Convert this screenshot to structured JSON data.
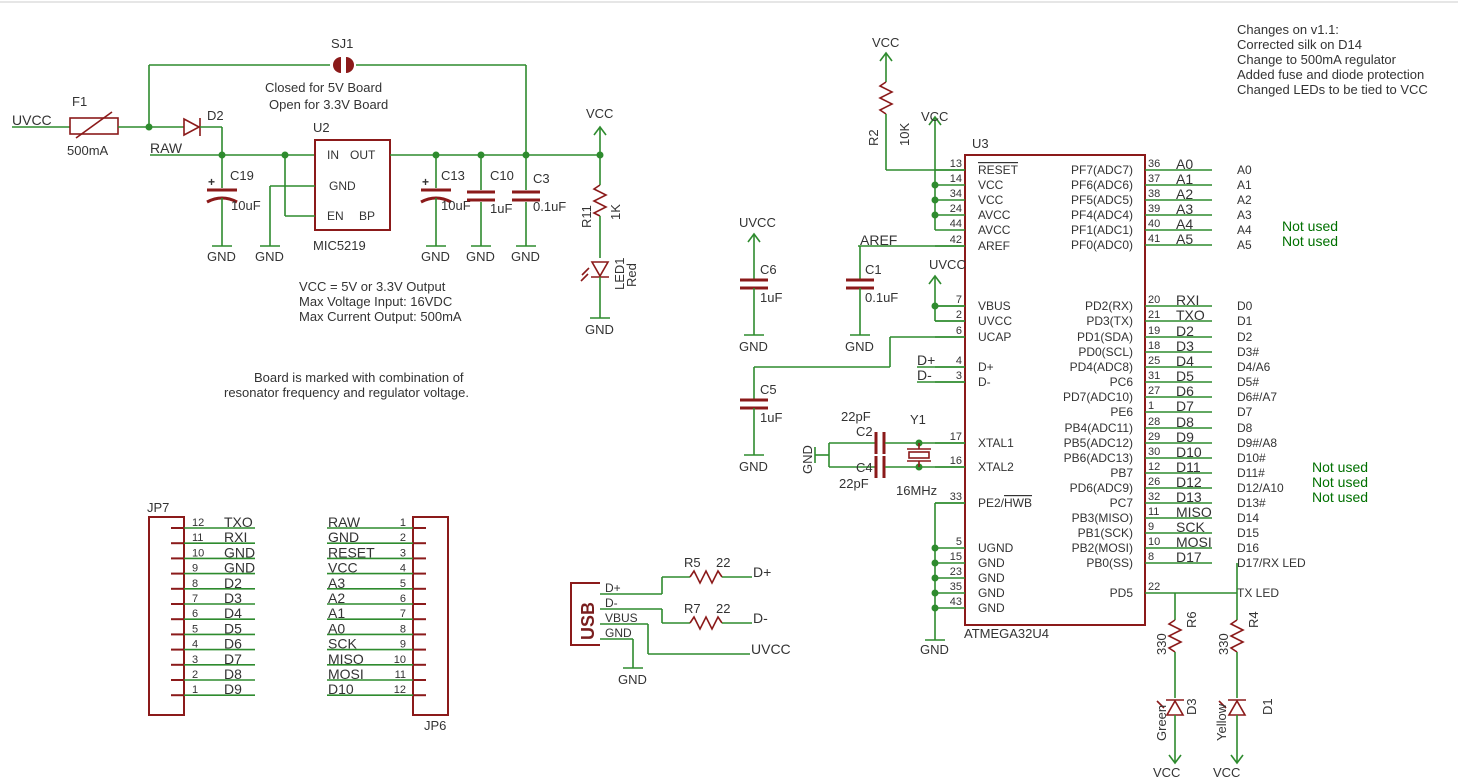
{
  "notes": {
    "changes": [
      "Changes on v1.1:",
      "Corrected silk on D14",
      "Change to 500mA regulator",
      "Added fuse and diode protection",
      "Changed LEDs to be tied to VCC"
    ],
    "sj1": [
      "Closed for 5V Board",
      "Open for 3.3V Board"
    ],
    "vcc": [
      "VCC = 5V or 3.3V Output",
      "Max Voltage Input: 16VDC",
      "Max Current Output: 500mA"
    ],
    "board": [
      "Board is marked with combination of",
      "resonator frequency and regulator voltage."
    ]
  },
  "power": {
    "uvcc": "UVCC",
    "f1": "F1",
    "f1_val": "500mA",
    "d2": "D2",
    "raw": "RAW",
    "sj1": "SJ1",
    "u2": "U2",
    "u2_in": "IN",
    "u2_out": "OUT",
    "u2_gnd": "GND",
    "u2_en": "EN",
    "u2_bp": "BP",
    "u2_name": "MIC5219",
    "c19": "C19",
    "c19_val": "10uF",
    "c13": "C13",
    "c13_val": "10uF",
    "c10": "C10",
    "c10_val": "1uF",
    "c3": "C3",
    "c3_val": "0.1uF",
    "vcc": "VCC",
    "gnd": "GND",
    "r11": "R11",
    "r11_val": "1K",
    "led1": "LED1",
    "led1_val": "Red"
  },
  "mcu": {
    "name": "U3",
    "part": "ATMEGA32U4",
    "left_pins": [
      {
        "num": "13",
        "name": "RESET"
      },
      {
        "num": "14",
        "name": "VCC"
      },
      {
        "num": "34",
        "name": "VCC"
      },
      {
        "num": "24",
        "name": "AVCC"
      },
      {
        "num": "44",
        "name": "AVCC"
      },
      {
        "num": "42",
        "name": "AREF"
      },
      {
        "num": "7",
        "name": "VBUS"
      },
      {
        "num": "2",
        "name": "UVCC"
      },
      {
        "num": "6",
        "name": "UCAP"
      },
      {
        "num": "4",
        "name": "D+"
      },
      {
        "num": "3",
        "name": "D-"
      },
      {
        "num": "17",
        "name": "XTAL1"
      },
      {
        "num": "16",
        "name": "XTAL2"
      },
      {
        "num": "33",
        "name": "PE2/HWB"
      },
      {
        "num": "5",
        "name": "UGND"
      },
      {
        "num": "15",
        "name": "GND"
      },
      {
        "num": "23",
        "name": "GND"
      },
      {
        "num": "35",
        "name": "GND"
      },
      {
        "num": "43",
        "name": "GND"
      }
    ],
    "right_pins": [
      {
        "num": "36",
        "name": "PF7(ADC7)",
        "net": "A0",
        "label": "A0"
      },
      {
        "num": "37",
        "name": "PF6(ADC6)",
        "net": "A1",
        "label": "A1"
      },
      {
        "num": "38",
        "name": "PF5(ADC5)",
        "net": "A2",
        "label": "A2"
      },
      {
        "num": "39",
        "name": "PF4(ADC4)",
        "net": "A3",
        "label": "A3"
      },
      {
        "num": "40",
        "name": "PF1(ADC1)",
        "net": "A4",
        "label": "A4"
      },
      {
        "num": "41",
        "name": "PF0(ADC0)",
        "net": "A5",
        "label": "A5"
      },
      {
        "num": "20",
        "name": "PD2(RX)",
        "net": "RXI",
        "label": "D0"
      },
      {
        "num": "21",
        "name": "PD3(TX)",
        "net": "TXO",
        "label": "D1"
      },
      {
        "num": "19",
        "name": "PD1(SDA)",
        "net": "D2",
        "label": "D2"
      },
      {
        "num": "18",
        "name": "PD0(SCL)",
        "net": "D3",
        "label": "D3#"
      },
      {
        "num": "25",
        "name": "PD4(ADC8)",
        "net": "D4",
        "label": "D4/A6"
      },
      {
        "num": "31",
        "name": "PC6",
        "net": "D5",
        "label": "D5#"
      },
      {
        "num": "27",
        "name": "PD7(ADC10)",
        "net": "D6",
        "label": "D6#/A7"
      },
      {
        "num": "1",
        "name": "PE6",
        "net": "D7",
        "label": "D7"
      },
      {
        "num": "28",
        "name": "PB4(ADC11)",
        "net": "D8",
        "label": "D8"
      },
      {
        "num": "29",
        "name": "PB5(ADC12)",
        "net": "D9",
        "label": "D9#/A8"
      },
      {
        "num": "30",
        "name": "PB6(ADC13)",
        "net": "D10",
        "label": "D10#"
      },
      {
        "num": "12",
        "name": "PB7",
        "net": "D11",
        "label": "D11#"
      },
      {
        "num": "26",
        "name": "PD6(ADC9)",
        "net": "D12",
        "label": "D12/A10"
      },
      {
        "num": "32",
        "name": "PC7",
        "net": "D13",
        "label": "D13#"
      },
      {
        "num": "11",
        "name": "PB3(MISO)",
        "net": "MISO",
        "label": "D14"
      },
      {
        "num": "9",
        "name": "PB1(SCK)",
        "net": "SCK",
        "label": "D15"
      },
      {
        "num": "10",
        "name": "PB2(MOSI)",
        "net": "MOSI",
        "label": "D16"
      },
      {
        "num": "8",
        "name": "PB0(SS)",
        "net": "D17",
        "label": "D17/RX LED"
      },
      {
        "num": "22",
        "name": "PD5",
        "net": "",
        "label": "TX LED"
      }
    ],
    "not_used": "Not used",
    "vcc": "VCC",
    "uvcc": "UVCC",
    "gnd": "GND",
    "aref": "AREF",
    "dp": "D+",
    "dm": "D-",
    "r2": "R2",
    "r2_val": "10K",
    "c6": "C6",
    "c6_val": "1uF",
    "c1": "C1",
    "c1_val": "0.1uF",
    "c5": "C5",
    "c5_val": "1uF",
    "c2": "C2",
    "c4": "C4",
    "c2_val": "22pF",
    "c4_val": "22pF",
    "y1": "Y1",
    "y1_val": "16MHz",
    "r6": "R6",
    "r6_val": "330",
    "r4": "R4",
    "r4_val": "330",
    "d3": "D3",
    "d3_val": "Green",
    "d1": "D1",
    "d1_val": "Yellow"
  },
  "headers": {
    "jp7": "JP7",
    "jp7_pins": [
      {
        "num": "12",
        "net": "TXO"
      },
      {
        "num": "11",
        "net": "RXI"
      },
      {
        "num": "10",
        "net": "GND"
      },
      {
        "num": "9",
        "net": "GND"
      },
      {
        "num": "8",
        "net": "D2"
      },
      {
        "num": "7",
        "net": "D3"
      },
      {
        "num": "6",
        "net": "D4"
      },
      {
        "num": "5",
        "net": "D5"
      },
      {
        "num": "4",
        "net": "D6"
      },
      {
        "num": "3",
        "net": "D7"
      },
      {
        "num": "2",
        "net": "D8"
      },
      {
        "num": "1",
        "net": "D9"
      }
    ],
    "jp6": "JP6",
    "jp6_pins": [
      {
        "num": "1",
        "net": "RAW"
      },
      {
        "num": "2",
        "net": "GND"
      },
      {
        "num": "3",
        "net": "RESET"
      },
      {
        "num": "4",
        "net": "VCC"
      },
      {
        "num": "5",
        "net": "A3"
      },
      {
        "num": "6",
        "net": "A2"
      },
      {
        "num": "7",
        "net": "A1"
      },
      {
        "num": "8",
        "net": "A0"
      },
      {
        "num": "9",
        "net": "SCK"
      },
      {
        "num": "10",
        "net": "MISO"
      },
      {
        "num": "11",
        "net": "MOSI"
      },
      {
        "num": "12",
        "net": "D10"
      }
    ]
  },
  "usb": {
    "name": "USB",
    "pins": [
      "D+",
      "D-",
      "VBUS",
      "GND"
    ],
    "r5": "R5",
    "r5_val": "22",
    "r7": "R7",
    "r7_val": "22",
    "dp": "D+",
    "dm": "D-",
    "uvcc": "UVCC",
    "gnd": "GND"
  }
}
